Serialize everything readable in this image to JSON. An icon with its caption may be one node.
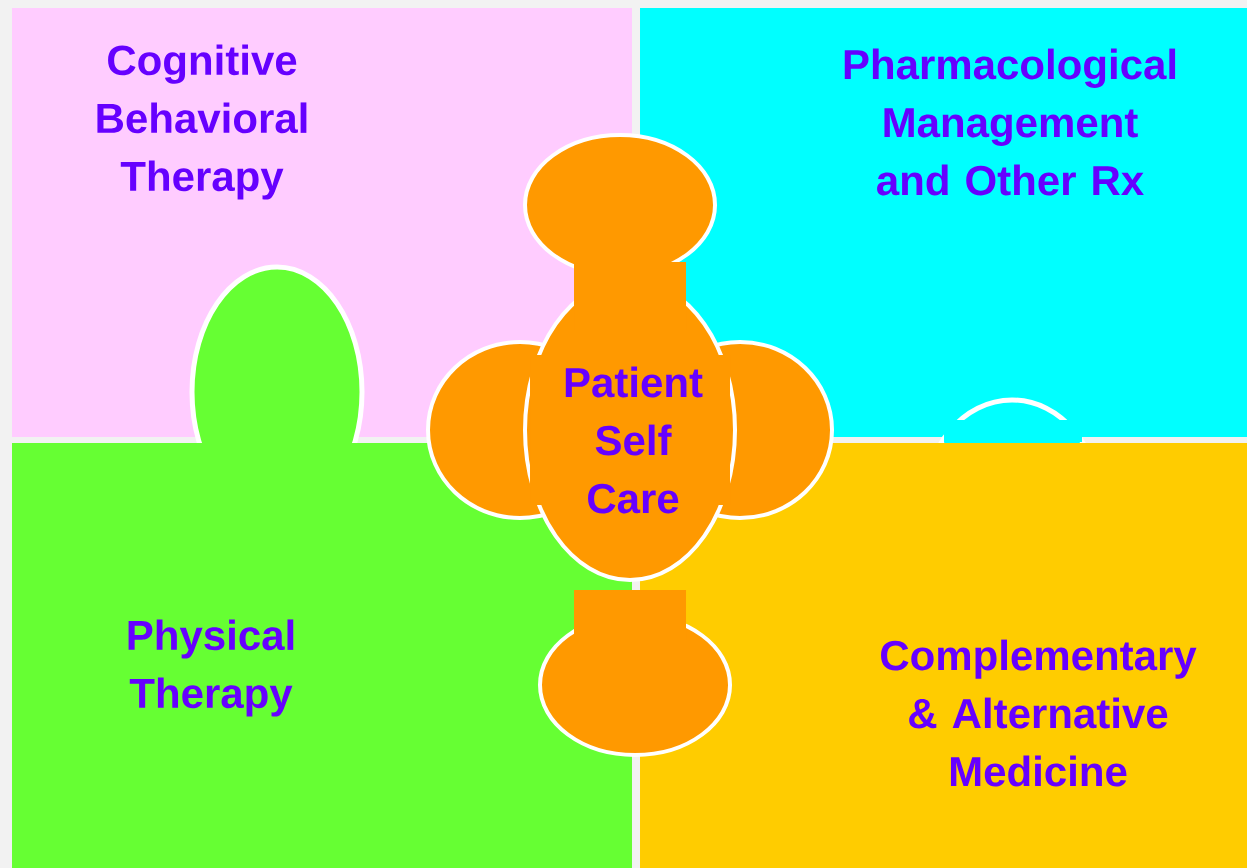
{
  "diagram": {
    "nodes": [
      {
        "text": [
          "Cognitive Behavioral Therapy"
        ]
      },
      {
        "text": [
          "Pharmacological Management and Other Rx"
        ]
      },
      {
        "text": [
          "Patient Self Care"
        ]
      },
      {
        "text": [
          "Physical Therapy"
        ]
      },
      {
        "text": [
          "Complementary & Alternative Medicine"
        ]
      }
    ]
  }
}
